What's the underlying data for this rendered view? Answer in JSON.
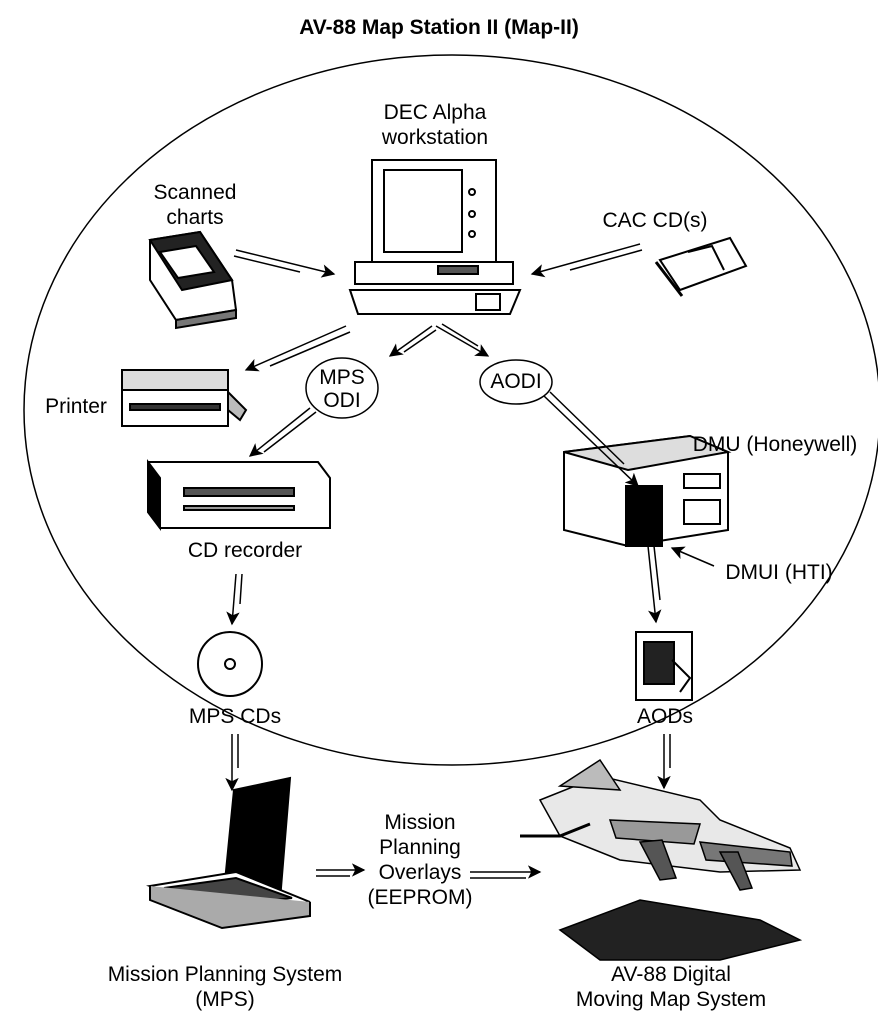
{
  "title": "AV-88 Map Station II (Map-II)",
  "nodes": {
    "workstation": "DEC Alpha\nworkstation",
    "scanned_charts": "Scanned\ncharts",
    "cac_cds": "CAC CD(s)",
    "printer": "Printer",
    "mps_odi": "MPS\nODI",
    "aodi": "AODI",
    "dmu": "DMU (Honeywell)",
    "cd_recorder": "CD recorder",
    "dmui": "DMUI (HTI)",
    "mps_cds": "MPS CDs",
    "aods": "AODs",
    "mission_overlays": "Mission\nPlanning\nOverlays\n(EEPROM)",
    "mps_system": "Mission Planning System\n(MPS)",
    "digital_map": "AV-88 Digital\nMoving Map System"
  },
  "colors": {
    "stroke": "#000000",
    "arrow_fill": "#ffffff",
    "ink": "#000000"
  }
}
